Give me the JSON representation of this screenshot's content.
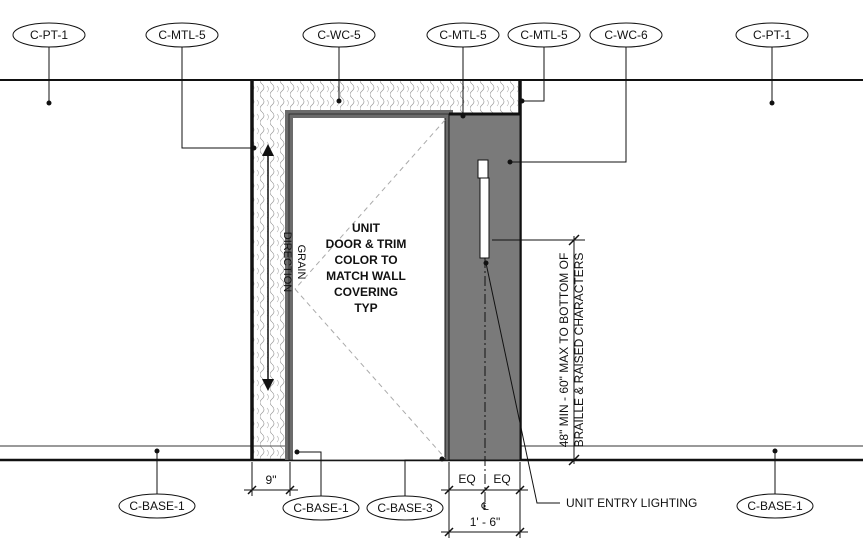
{
  "tags": {
    "pt1_left": "C-PT-1",
    "mtl5_left": "C-MTL-5",
    "wc5": "C-WC-5",
    "mtl5_mid": "C-MTL-5",
    "mtl5_right": "C-MTL-5",
    "wc6": "C-WC-6",
    "pt1_right": "C-PT-1",
    "base1_left": "C-BASE-1",
    "base1_mid": "C-BASE-1",
    "base3": "C-BASE-3",
    "base1_right": "C-BASE-1"
  },
  "notes": {
    "grain_line1": "GRAIN",
    "grain_line2": "DIRECTION",
    "door_line1": "UNIT",
    "door_line2": "DOOR & TRIM",
    "door_line3": "COLOR TO",
    "door_line4": "MATCH WALL",
    "door_line5": "COVERING",
    "door_line6": "TYP",
    "height_line1": "48\" MIN - 60\" MAX TO BOTTOM OF",
    "height_line2": "BRAILLE & RAISED CHARACTERS",
    "lighting": "UNIT ENTRY LIGHTING"
  },
  "dimensions": {
    "nine_in": "9\"",
    "eq_left": "EQ",
    "eq_right": "EQ",
    "centerline": "℄",
    "total": "1' - 6\""
  }
}
